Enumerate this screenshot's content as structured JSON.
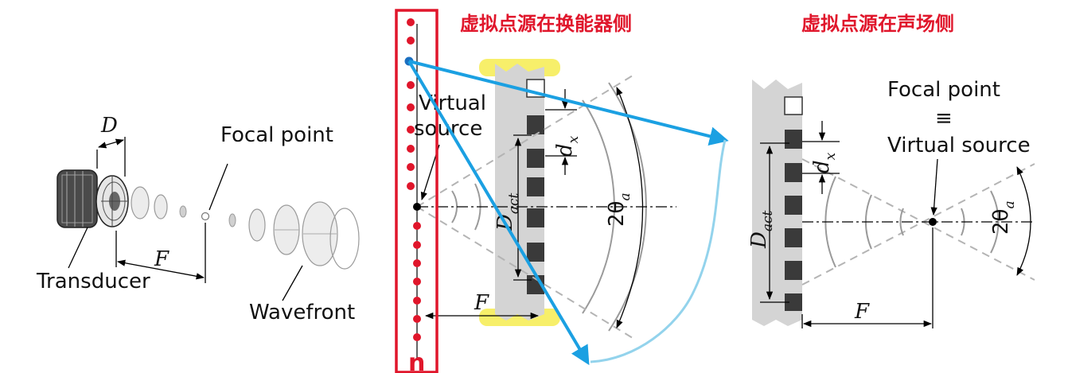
{
  "titles": {
    "middle": "虚拟点源在换能器侧",
    "right": "虚拟点源在声场侧"
  },
  "left": {
    "label_D": "D",
    "label_focal_point": "Focal point",
    "label_F": "F",
    "label_transducer": "Transducer",
    "label_wavefront": "Wavefront"
  },
  "middle": {
    "label_virtual": "Virtual",
    "label_source": "source",
    "label_dx": "d",
    "label_dx_sub": "x",
    "label_Dact": "D",
    "label_Dact_sub": "act",
    "label_theta": "2θ",
    "label_theta_sub": "a",
    "label_F": "F",
    "annotation_n": "n"
  },
  "right": {
    "label_focal_point": "Focal point",
    "label_equiv": "≡",
    "label_virtual_source": "Virtual source",
    "label_dx": "d",
    "label_dx_sub": "x",
    "label_Dact": "D",
    "label_Dact_sub": "act",
    "label_theta": "2θ",
    "label_theta_sub": "a",
    "label_F": "F"
  },
  "colors": {
    "annotation_red": "#e0162b",
    "ray_blue": "#1ba0e2",
    "highlight_yellow": "#f7ef6a",
    "element_dark": "#3a3a3a",
    "housing_gray": "#d4d4d4"
  }
}
